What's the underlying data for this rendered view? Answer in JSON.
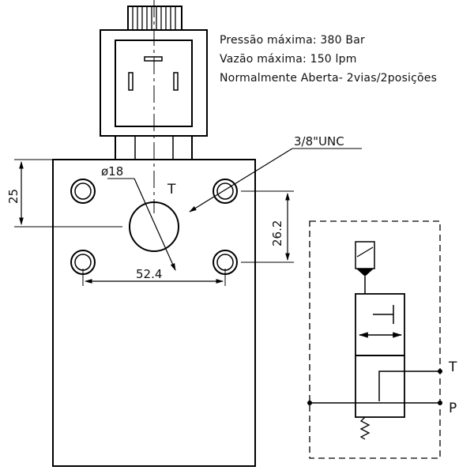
{
  "specs": {
    "pressure": "Pressão máxima:  380 Bar",
    "flow": "Vazão máxima:  150 lpm",
    "type": "Normalmente Aberta-  2vias/2posições"
  },
  "dimensions": {
    "thread": "3/8\"UNC",
    "bore": "ø18",
    "height_25": "25",
    "spacing_26_2": "26.2",
    "spacing_52_4": "52.4"
  },
  "ports": {
    "block_t": "T",
    "symbol_t": "T",
    "symbol_p": "P"
  }
}
